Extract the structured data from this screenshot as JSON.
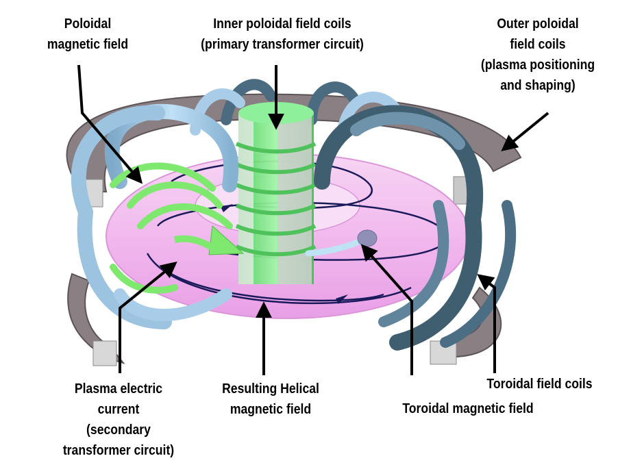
{
  "labels": {
    "poloidal_field": [
      "Poloidal",
      "magnetic field"
    ],
    "inner_coils": [
      "Inner poloidal field coils",
      "(primary transformer circuit)"
    ],
    "outer_coils": [
      "Outer poloidal",
      "field coils",
      "(plasma positioning",
      "and shaping)"
    ],
    "plasma_current": [
      "Plasma electric",
      "current",
      "(secondary",
      "transformer circuit)"
    ],
    "helical_field": [
      "Resulting Helical",
      "magnetic field"
    ],
    "toroidal_magnetic_field": [
      "Toroidal magnetic field"
    ],
    "toroidal_coils": [
      "Toroidal field coils"
    ]
  },
  "colors": {
    "plasma": "#f2b6ee",
    "toroidal_coil_light": "#a9cde8",
    "toroidal_coil_dark": "#3f5e70",
    "outer_coil": "#8a7f82",
    "solenoid": "#6ee67a",
    "poloidal_arrow": "#7ee86f",
    "toroidal_arrow": "#bfe2f5",
    "field_line": "#1a1a5a",
    "pointer": "#000000"
  },
  "icons": [
    "tokamak-diagram",
    "pointer-arrow"
  ]
}
